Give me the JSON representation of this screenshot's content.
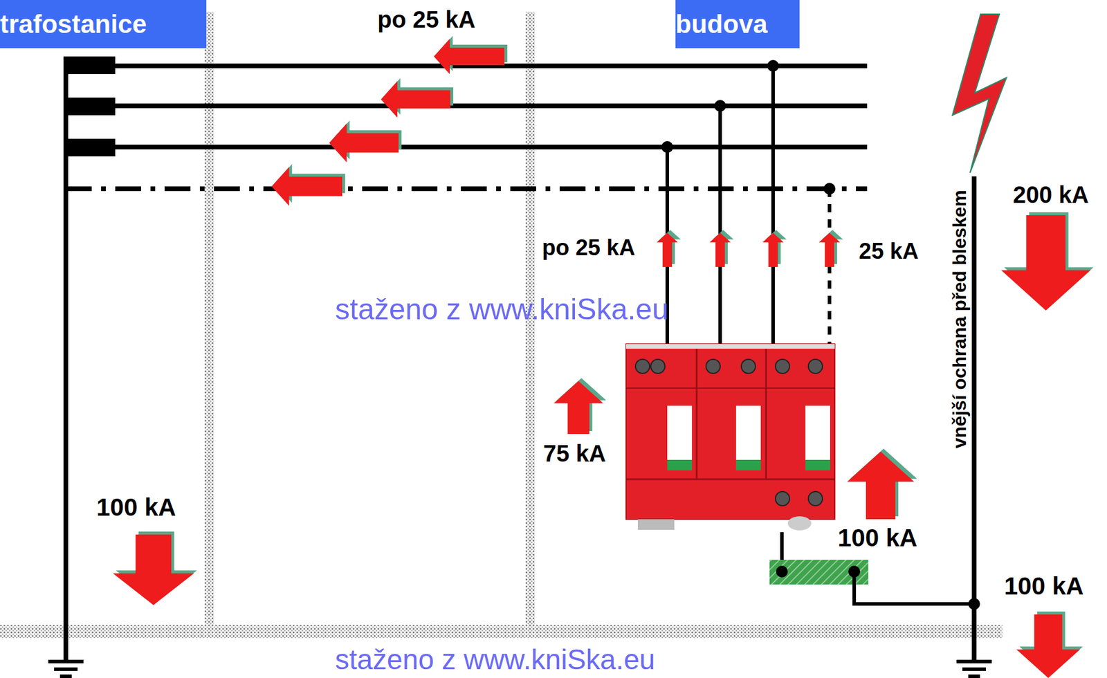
{
  "diagram": {
    "nodes": [
      {
        "text": [
          "trafostanice"
        ]
      },
      {
        "text": [
          "budova"
        ]
      }
    ],
    "labels": [
      "po 25 kA",
      "po 25 kA",
      "25 kA",
      "200 kA",
      "75 kA",
      "100 kA",
      "100 kA",
      "100 kA",
      "vnější ochrana před bleskem",
      "staženo z www.kniSka.eu",
      "staženo z www.kniSka.eu"
    ]
  }
}
